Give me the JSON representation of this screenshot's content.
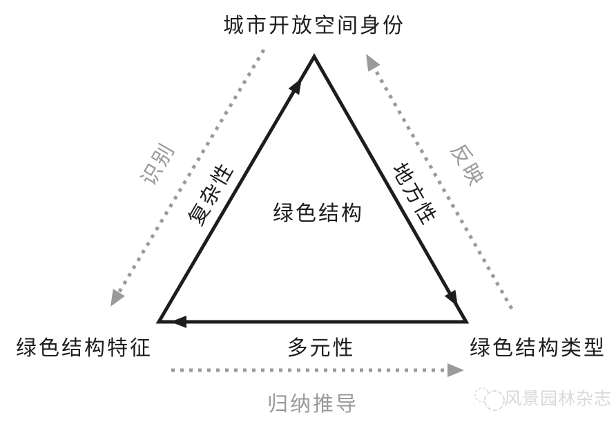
{
  "diagram": {
    "top_vertex_label": "城市开放空间身份",
    "bottom_left_vertex_label": "绿色结构特征",
    "bottom_right_vertex_label": "绿色结构类型",
    "center_label": "绿色结构",
    "left_edge_label": "复杂性",
    "right_edge_label": "地方性",
    "bottom_edge_label": "多元性",
    "left_process_label": "识别",
    "right_process_label": "反映",
    "bottom_process_label": "归纳推导",
    "arrows": {
      "left_edge_direction": "绿色结构特征 → 城市开放空间身份",
      "right_edge_direction": "城市开放空间身份 → 绿色结构类型",
      "bottom_edge_direction": "绿色结构类型 → 绿色结构特征",
      "left_dotted_direction": "城市开放空间身份 → 绿色结构特征 (识别)",
      "right_dotted_direction": "绿色结构类型 → 城市开放空间身份 (反映)",
      "bottom_dotted_direction": "绿色结构特征 → 绿色结构类型 (归纳推导)"
    }
  },
  "watermark": {
    "text": "风景园林杂志",
    "logo": "overlapping-bubbles-logo"
  },
  "colors": {
    "solid_line": "#1d1d1d",
    "dotted_line": "#9a9a9a",
    "muted_text": "#9a9a9a",
    "watermark": "#d9d9d9",
    "background": "#ffffff"
  }
}
